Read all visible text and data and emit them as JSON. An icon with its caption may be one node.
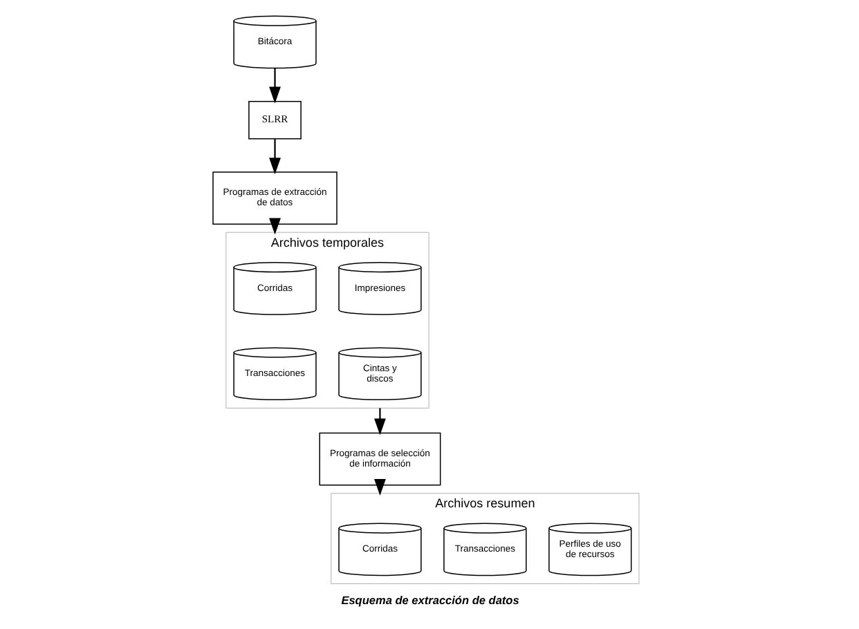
{
  "diagram": {
    "caption": "Esquema de extracción de datos",
    "nodes": [
      {
        "text": [
          "Bitácora"
        ]
      },
      {
        "text": [
          "SLRR"
        ]
      },
      {
        "text": [
          "Programas de extracción de datos"
        ]
      },
      {
        "text": [
          "Archivos temporales"
        ]
      },
      {
        "text": [
          "Corridas"
        ],
        "in": 3
      },
      {
        "text": [
          "Impresiones"
        ],
        "in": 3
      },
      {
        "text": [
          "Transacciones"
        ],
        "in": 3
      },
      {
        "text": [
          "Cintas y discos"
        ],
        "in": 3
      },
      {
        "text": [
          "Programas de selección de información"
        ]
      },
      {
        "text": [
          "Archivos resumen"
        ]
      },
      {
        "text": [
          "Corridas"
        ],
        "in": 9
      },
      {
        "text": [
          "Transacciones"
        ],
        "in": 9
      },
      {
        "text": [
          "Perfiles de uso de recursos"
        ],
        "in": 9
      }
    ],
    "edges": [
      {
        "from": 0,
        "to": 1,
        "arrow": "to"
      },
      {
        "from": 1,
        "to": 2,
        "arrow": "to"
      },
      {
        "from": 2,
        "to": 3,
        "arrow": "to"
      },
      {
        "from": 3,
        "to": 8,
        "arrow": "to"
      },
      {
        "from": 8,
        "to": 9,
        "arrow": "to"
      }
    ]
  }
}
